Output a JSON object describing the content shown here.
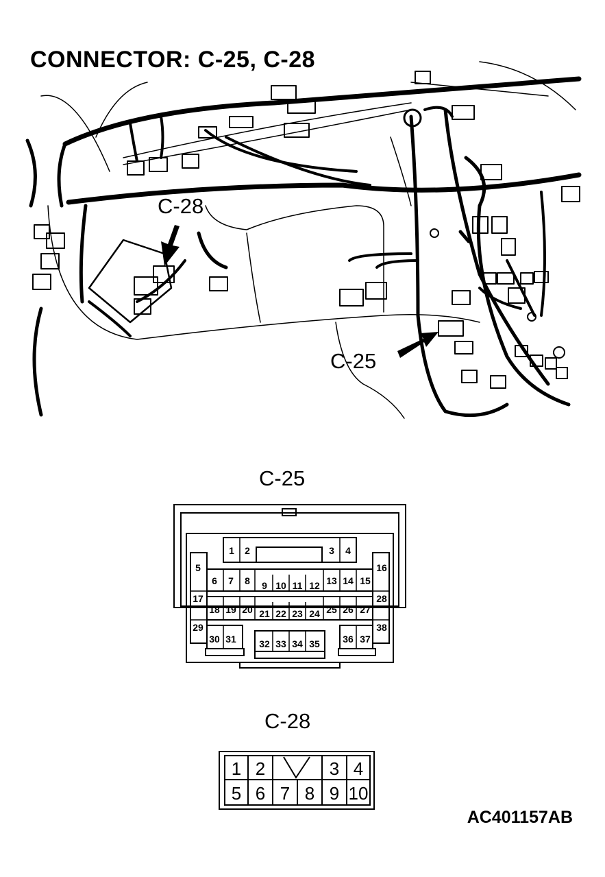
{
  "title": "CONNECTOR: C-25, C-28",
  "callouts": {
    "c28": "C-28",
    "c25": "C-25"
  },
  "connector_c25": {
    "label": "C-25",
    "pins": [
      "1",
      "2",
      "3",
      "4",
      "5",
      "6",
      "7",
      "8",
      "9",
      "10",
      "11",
      "12",
      "13",
      "14",
      "15",
      "16",
      "17",
      "18",
      "19",
      "20",
      "21",
      "22",
      "23",
      "24",
      "25",
      "26",
      "27",
      "28",
      "29",
      "30",
      "31",
      "32",
      "33",
      "34",
      "35",
      "36",
      "37",
      "38"
    ]
  },
  "connector_c28": {
    "label": "C-28",
    "pins": [
      "1",
      "2",
      "3",
      "4",
      "5",
      "6",
      "7",
      "8",
      "9",
      "10"
    ]
  },
  "doc_id": "AC401157AB"
}
